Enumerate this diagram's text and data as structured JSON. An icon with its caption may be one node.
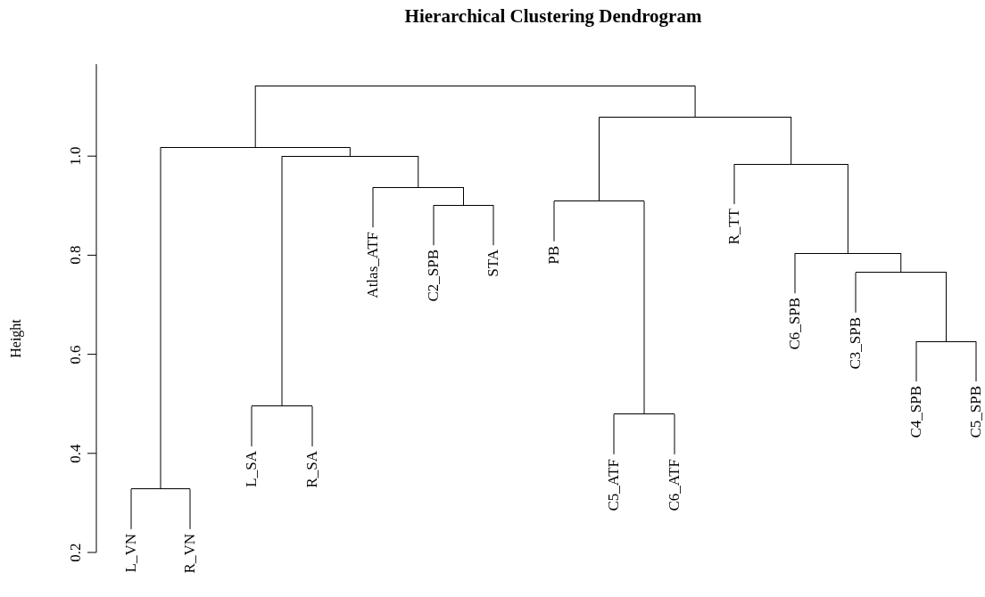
{
  "diagram": {
    "title": "Hierarchical Clustering Dendrogram",
    "nodes": [
      {
        "text": [
          "L_VN"
        ]
      },
      {
        "text": [
          "R_VN"
        ]
      },
      {
        "text": [
          "L_SA"
        ]
      },
      {
        "text": [
          "R_SA"
        ]
      },
      {
        "text": [
          "Atlas_ATF"
        ]
      },
      {
        "text": [
          "C2_SPB"
        ]
      },
      {
        "text": [
          "STA"
        ]
      },
      {
        "text": [
          "PB"
        ]
      },
      {
        "text": [
          "C5_ATF"
        ]
      },
      {
        "text": [
          "C6_ATF"
        ]
      },
      {
        "text": [
          "R_TT"
        ]
      },
      {
        "text": [
          "C6_SPB"
        ]
      },
      {
        "text": [
          "C3_SPB"
        ]
      },
      {
        "text": [
          "C4_SPB"
        ]
      },
      {
        "text": [
          "C5_SPB"
        ]
      },
      {
        "text": [],
        "shape": "bar"
      },
      {
        "text": [],
        "shape": "bar"
      },
      {
        "text": [],
        "shape": "bar"
      },
      {
        "text": [],
        "shape": "bar"
      },
      {
        "text": [],
        "shape": "bar"
      },
      {
        "text": [],
        "shape": "bar"
      },
      {
        "text": [],
        "shape": "bar"
      },
      {
        "text": [],
        "shape": "bar"
      },
      {
        "text": [],
        "shape": "bar"
      },
      {
        "text": [],
        "shape": "bar"
      },
      {
        "text": [],
        "shape": "bar"
      },
      {
        "text": [],
        "shape": "bar"
      },
      {
        "text": [],
        "shape": "bar"
      },
      {
        "text": [],
        "shape": "bar"
      }
    ],
    "edges": [
      {
        "from": 15,
        "to": 17,
        "arrow": "none"
      },
      {
        "from": 15,
        "to": 16,
        "arrow": "none"
      },
      {
        "from": 16,
        "to": 21,
        "arrow": "none"
      },
      {
        "from": 16,
        "to": 19,
        "arrow": "none"
      },
      {
        "from": 17,
        "to": 28,
        "arrow": "none"
      },
      {
        "from": 17,
        "to": 18,
        "arrow": "none"
      },
      {
        "from": 18,
        "to": 26,
        "arrow": "none"
      },
      {
        "from": 18,
        "to": 20,
        "arrow": "none"
      },
      {
        "from": 19,
        "to": 10,
        "arrow": "none"
      },
      {
        "from": 19,
        "to": 23,
        "arrow": "none"
      },
      {
        "from": 20,
        "to": 4,
        "arrow": "none"
      },
      {
        "from": 20,
        "to": 22,
        "arrow": "none"
      },
      {
        "from": 21,
        "to": 7,
        "arrow": "none"
      },
      {
        "from": 21,
        "to": 27,
        "arrow": "none"
      },
      {
        "from": 22,
        "to": 5,
        "arrow": "none"
      },
      {
        "from": 22,
        "to": 6,
        "arrow": "none"
      },
      {
        "from": 23,
        "to": 11,
        "arrow": "none"
      },
      {
        "from": 23,
        "to": 24,
        "arrow": "none"
      },
      {
        "from": 24,
        "to": 12,
        "arrow": "none"
      },
      {
        "from": 24,
        "to": 25,
        "arrow": "none"
      },
      {
        "from": 25,
        "to": 13,
        "arrow": "none"
      },
      {
        "from": 25,
        "to": 14,
        "arrow": "none"
      },
      {
        "from": 26,
        "to": 2,
        "arrow": "none"
      },
      {
        "from": 26,
        "to": 3,
        "arrow": "none"
      },
      {
        "from": 27,
        "to": 8,
        "arrow": "none"
      },
      {
        "from": 27,
        "to": 9,
        "arrow": "none"
      },
      {
        "from": 28,
        "to": 0,
        "arrow": "none"
      },
      {
        "from": 28,
        "to": 1,
        "arrow": "none"
      }
    ],
    "labels": [
      "Height",
      "0.2",
      "0.4",
      "0.6",
      "0.8",
      "1.0"
    ]
  }
}
